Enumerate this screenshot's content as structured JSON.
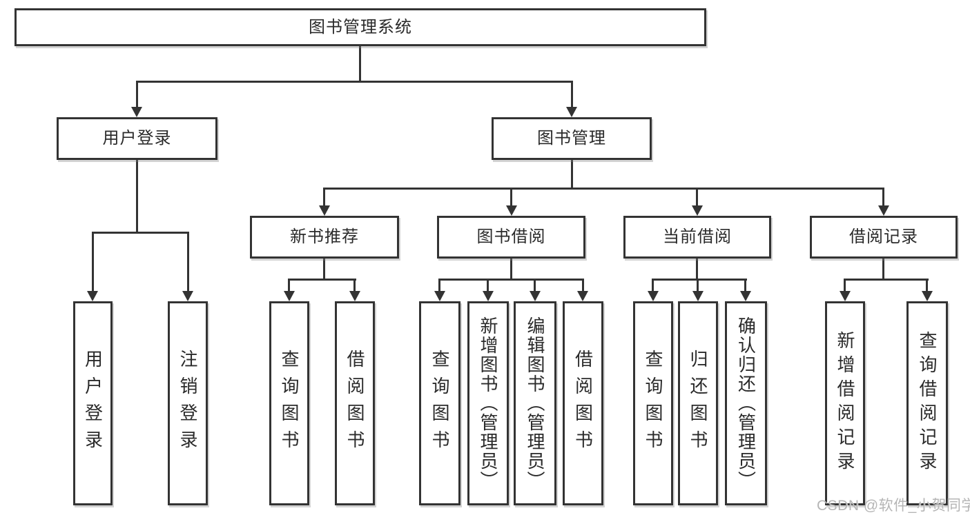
{
  "colors": {
    "background": "#ffffff",
    "line": "#333333",
    "box_border": "#333333",
    "text": "#2a2a2a",
    "watermark": "#b5b5b5"
  },
  "watermark": {
    "text": "CSDN @软件_小贺同学"
  },
  "tree": {
    "root": {
      "label": "图书管理系统",
      "children": [
        {
          "label": "用户登录",
          "children": [
            {
              "label": "用户登录"
            },
            {
              "label": "注销登录"
            }
          ]
        },
        {
          "label": "图书管理",
          "children": [
            {
              "label": "新书推荐",
              "children": [
                {
                  "label": "查询图书"
                },
                {
                  "label": "借阅图书"
                }
              ]
            },
            {
              "label": "图书借阅",
              "children": [
                {
                  "label": "查询图书"
                },
                {
                  "label": "新增图书（管理员）"
                },
                {
                  "label": "编辑图书（管理员）"
                },
                {
                  "label": "借阅图书"
                }
              ]
            },
            {
              "label": "当前借阅",
              "children": [
                {
                  "label": "查询图书"
                },
                {
                  "label": "归还图书"
                },
                {
                  "label": "确认归还（管理员）"
                }
              ]
            },
            {
              "label": "借阅记录",
              "children": [
                {
                  "label": "新增借阅记录"
                },
                {
                  "label": "查询借阅记录"
                }
              ]
            }
          ]
        }
      ]
    }
  }
}
